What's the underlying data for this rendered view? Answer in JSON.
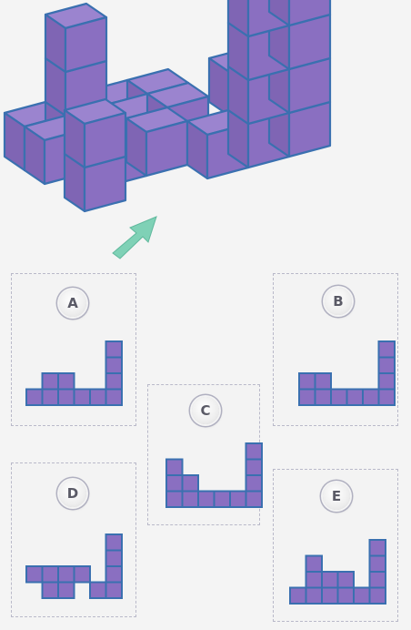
{
  "puzzle": {
    "cube_color": "#8a6fc1",
    "cube_edge_color": "#3a70b0",
    "arrow_color": "#7fd1b6",
    "arrow_icon": "view-direction-arrow-icon"
  },
  "options": [
    {
      "label": "A",
      "columns": [
        1,
        2,
        2,
        1,
        1,
        4
      ]
    },
    {
      "label": "B",
      "columns": [
        2,
        2,
        1,
        1,
        1,
        4
      ]
    },
    {
      "label": "C",
      "columns": [
        3,
        2,
        1,
        1,
        1,
        4
      ]
    },
    {
      "label": "D",
      "columns": [
        2,
        2,
        2,
        2,
        1,
        4
      ],
      "holes": [
        [
          0,
          0
        ],
        [
          3,
          0
        ]
      ]
    },
    {
      "label": "E",
      "columns": [
        1,
        3,
        2,
        2,
        1,
        4
      ]
    }
  ]
}
